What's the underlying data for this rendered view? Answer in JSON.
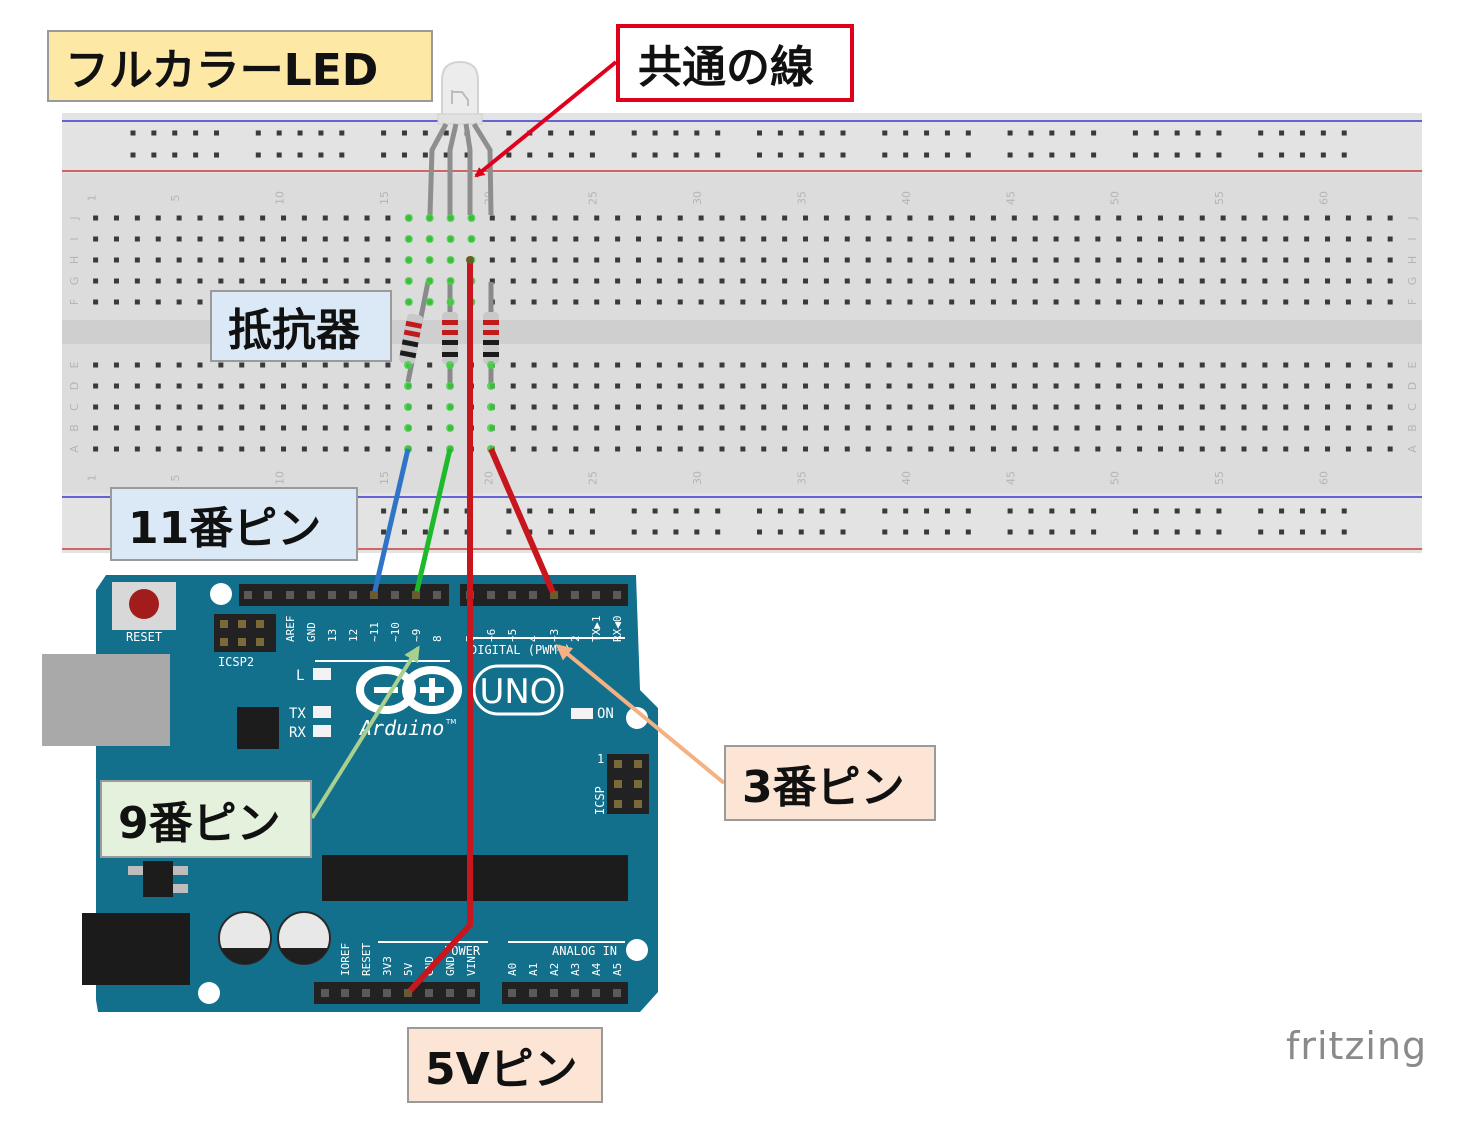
{
  "labels": {
    "led": "フルカラーLED",
    "common_wire": "共通の線",
    "resistor": "抵抗器",
    "pin11": "11番ピン",
    "pin9": "9番ピン",
    "pin3": "3番ピン",
    "pin5v": "5Vピン"
  },
  "watermark": "fritzing",
  "breadboard": {
    "column_numbers": [
      "1",
      "5",
      "10",
      "15",
      "20",
      "25",
      "30",
      "35",
      "40",
      "45",
      "50",
      "55",
      "60"
    ],
    "rows_top": [
      "J",
      "I",
      "H",
      "G",
      "F"
    ],
    "rows_bottom": [
      "E",
      "D",
      "C",
      "B",
      "A"
    ]
  },
  "arduino": {
    "reset_label": "RESET",
    "icsp2_label": "ICSP2",
    "icsp_label": "ICSP",
    "brand": "Arduino",
    "tm": "TM",
    "model": "UNO",
    "digital_label": "DIGITAL (PWM~)",
    "power_label": "POWER",
    "analog_label": "ANALOG IN",
    "l_label": "L",
    "tx_label": "TX",
    "rx_label": "RX",
    "on_label": "ON",
    "icsp_pin1": "1",
    "digital_pins": [
      "AREF",
      "GND",
      "13",
      "12",
      "~11",
      "~10",
      "~9",
      "8",
      "7",
      "~6",
      "~5",
      "4",
      "~3",
      "2",
      "TX▶1",
      "RX◀0"
    ],
    "power_pins": [
      "IOREF",
      "RESET",
      "3V3",
      "5V",
      "GND",
      "GND",
      "VIN"
    ],
    "analog_pins": [
      "A0",
      "A1",
      "A2",
      "A3",
      "A4",
      "A5"
    ]
  },
  "colors": {
    "callout_led_bg": "#fde8a6",
    "callout_blue_bg": "#dbe8f6",
    "callout_green_bg": "#e4f1dc",
    "callout_peach_bg": "#fde5d6",
    "common_border": "#e0001b",
    "board_teal": "#0f7a96",
    "wire_red": "#c8161e",
    "wire_blue": "#2f74c7",
    "wire_green": "#1fb92c"
  }
}
